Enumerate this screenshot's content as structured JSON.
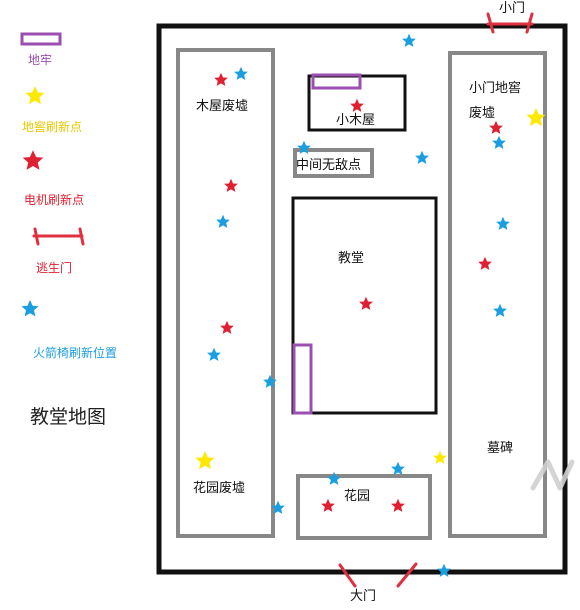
{
  "title": "教堂地图",
  "colors": {
    "cellar": "#9b4fb0",
    "cellar_spawn": "#ffe800",
    "generator_spawn": "#e02030",
    "exit_gate": "#e03040",
    "hook_spawn": "#1a9ee0",
    "outer_wall": "#111111",
    "building": "#888888"
  },
  "legend": [
    {
      "id": "cellar",
      "label": "地牢",
      "icon": "purple-rectangle-icon"
    },
    {
      "id": "cellar_spawn",
      "label": "地窖刷新点",
      "icon": "yellow-star-icon"
    },
    {
      "id": "generator_spawn",
      "label": "电机刷新点",
      "icon": "red-star-icon"
    },
    {
      "id": "exit_gate",
      "label": "逃生门",
      "icon": "exit-gate-icon"
    },
    {
      "id": "hook_spawn",
      "label": "火箭椅刷新位置",
      "icon": "blue-star-icon"
    }
  ],
  "areas": {
    "cabin_ruins": "木屋废墟",
    "small_cabin": "小木屋",
    "middle_invincible_spot": "中间无敌点",
    "church": "教堂",
    "small_gate_cellar_ruins_line1": "小门地窖",
    "small_gate_cellar_ruins_line2": "废墟",
    "tombstone": "墓碑",
    "garden_ruins": "花园废墟",
    "garden": "花园"
  },
  "gates": {
    "small_gate": "小门",
    "main_gate": "大门"
  }
}
